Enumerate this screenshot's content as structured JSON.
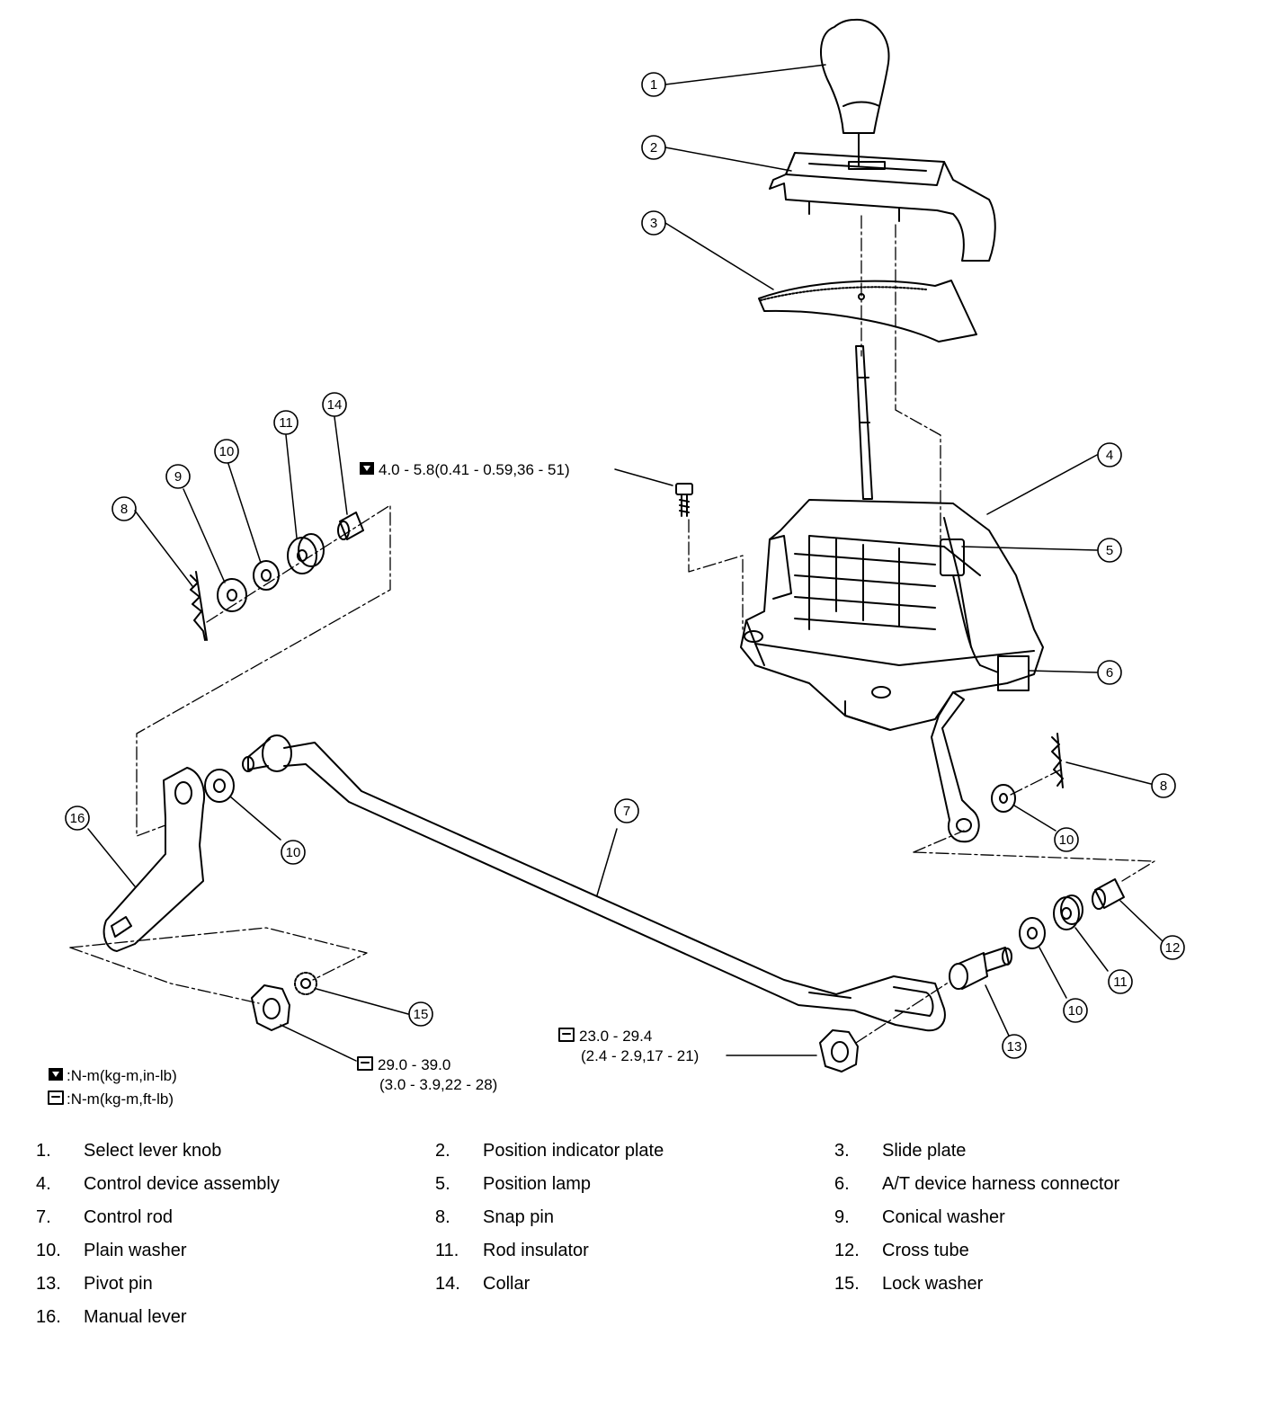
{
  "callouts": [
    "1",
    "2",
    "3",
    "4",
    "5",
    "6",
    "7",
    "8",
    "9",
    "10",
    "11",
    "12",
    "13",
    "14",
    "15",
    "16"
  ],
  "torque": {
    "bolt": "4.0 - 5.8(0.41 - 0.59,36 - 51)",
    "lock_nut_line1": "29.0 - 39.0",
    "lock_nut_line2": "(3.0 - 3.9,22 - 28)",
    "rod_nut_line1": "23.0 - 29.4",
    "rod_nut_line2": "(2.4 - 2.9,17 - 21)"
  },
  "units": {
    "in_lb": ":N-m(kg-m,in-lb)",
    "ft_lb": ":N-m(kg-m,ft-lb)"
  },
  "legend": [
    {
      "num": "1.",
      "label": "Select lever knob"
    },
    {
      "num": "2.",
      "label": "Position indicator plate"
    },
    {
      "num": "3.",
      "label": "Slide plate"
    },
    {
      "num": "4.",
      "label": "Control device assembly"
    },
    {
      "num": "5.",
      "label": "Position lamp"
    },
    {
      "num": "6.",
      "label": "A/T device harness connector"
    },
    {
      "num": "7.",
      "label": "Control rod"
    },
    {
      "num": "8.",
      "label": "Snap pin"
    },
    {
      "num": "9.",
      "label": "Conical washer"
    },
    {
      "num": "10.",
      "label": "Plain washer"
    },
    {
      "num": "11.",
      "label": "Rod insulator"
    },
    {
      "num": "12.",
      "label": "Cross tube"
    },
    {
      "num": "13.",
      "label": "Pivot pin"
    },
    {
      "num": "14.",
      "label": "Collar"
    },
    {
      "num": "15.",
      "label": "Lock washer"
    },
    {
      "num": "16.",
      "label": "Manual lever"
    }
  ]
}
